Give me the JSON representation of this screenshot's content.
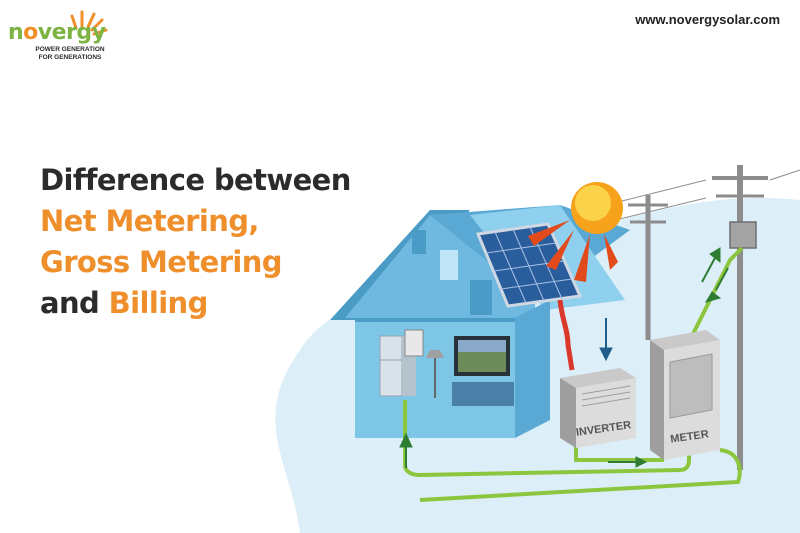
{
  "brand": {
    "logo_text_pre": "n",
    "logo_text_o": "o",
    "logo_text_post": "vergy",
    "tagline_line1": "POWER GENERATION",
    "tagline_line2": "FOR GENERATIONS",
    "brand_green": "#7cb342",
    "brand_orange": "#ef8f2b"
  },
  "website": "www.novergysolar.com",
  "headline": {
    "line1": "Difference between",
    "line2": "Net Metering,",
    "line3": "Gross Metering",
    "line4_pre": "and ",
    "line4_highlight": "Billing"
  },
  "illustration": {
    "inverter_label": "INVERTER",
    "meter_label": "METER",
    "icons": [
      "sun-icon",
      "solar-panel-icon",
      "house-icon",
      "refrigerator-icon",
      "tv-icon",
      "inverter-icon",
      "meter-icon",
      "utility-pole-icon",
      "flow-arrow-icon"
    ],
    "colors": {
      "house": "#7ec6e6",
      "house_dark": "#4a9cc6",
      "background_blob": "#dceef8",
      "wire_green": "#8cc63f",
      "wire_red": "#d9382a",
      "sun": "#f7a21b"
    }
  }
}
